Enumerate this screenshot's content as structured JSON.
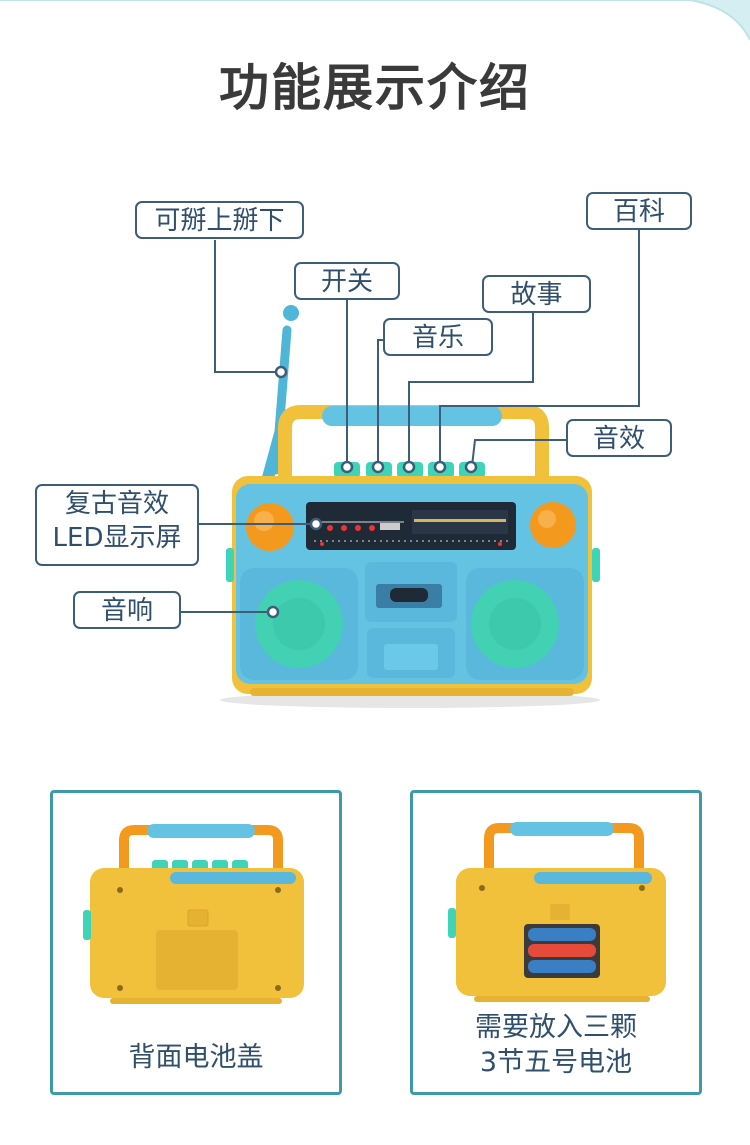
{
  "page": {
    "title": "功能展示介绍"
  },
  "labels": {
    "antenna": "可掰上掰下",
    "power": "开关",
    "music": "音乐",
    "story": "故事",
    "encyclopedia": "百科",
    "sound_effect": "音效",
    "display_line1": "复古音效",
    "display_line2": "LED显示屏",
    "speaker": "音响"
  },
  "panels": {
    "back_caption": "背面电池盖",
    "battery_caption_line1": "需要放入三颗",
    "battery_caption_line2": "3节五号电池"
  },
  "colors": {
    "accent": "#3e9aaa",
    "label_border": "#3d5d78",
    "toy_blue": "#64c3e3",
    "toy_yellow": "#f2c13b",
    "toy_mint": "#3ed4b7",
    "knob_orange": "#f39a1e"
  }
}
